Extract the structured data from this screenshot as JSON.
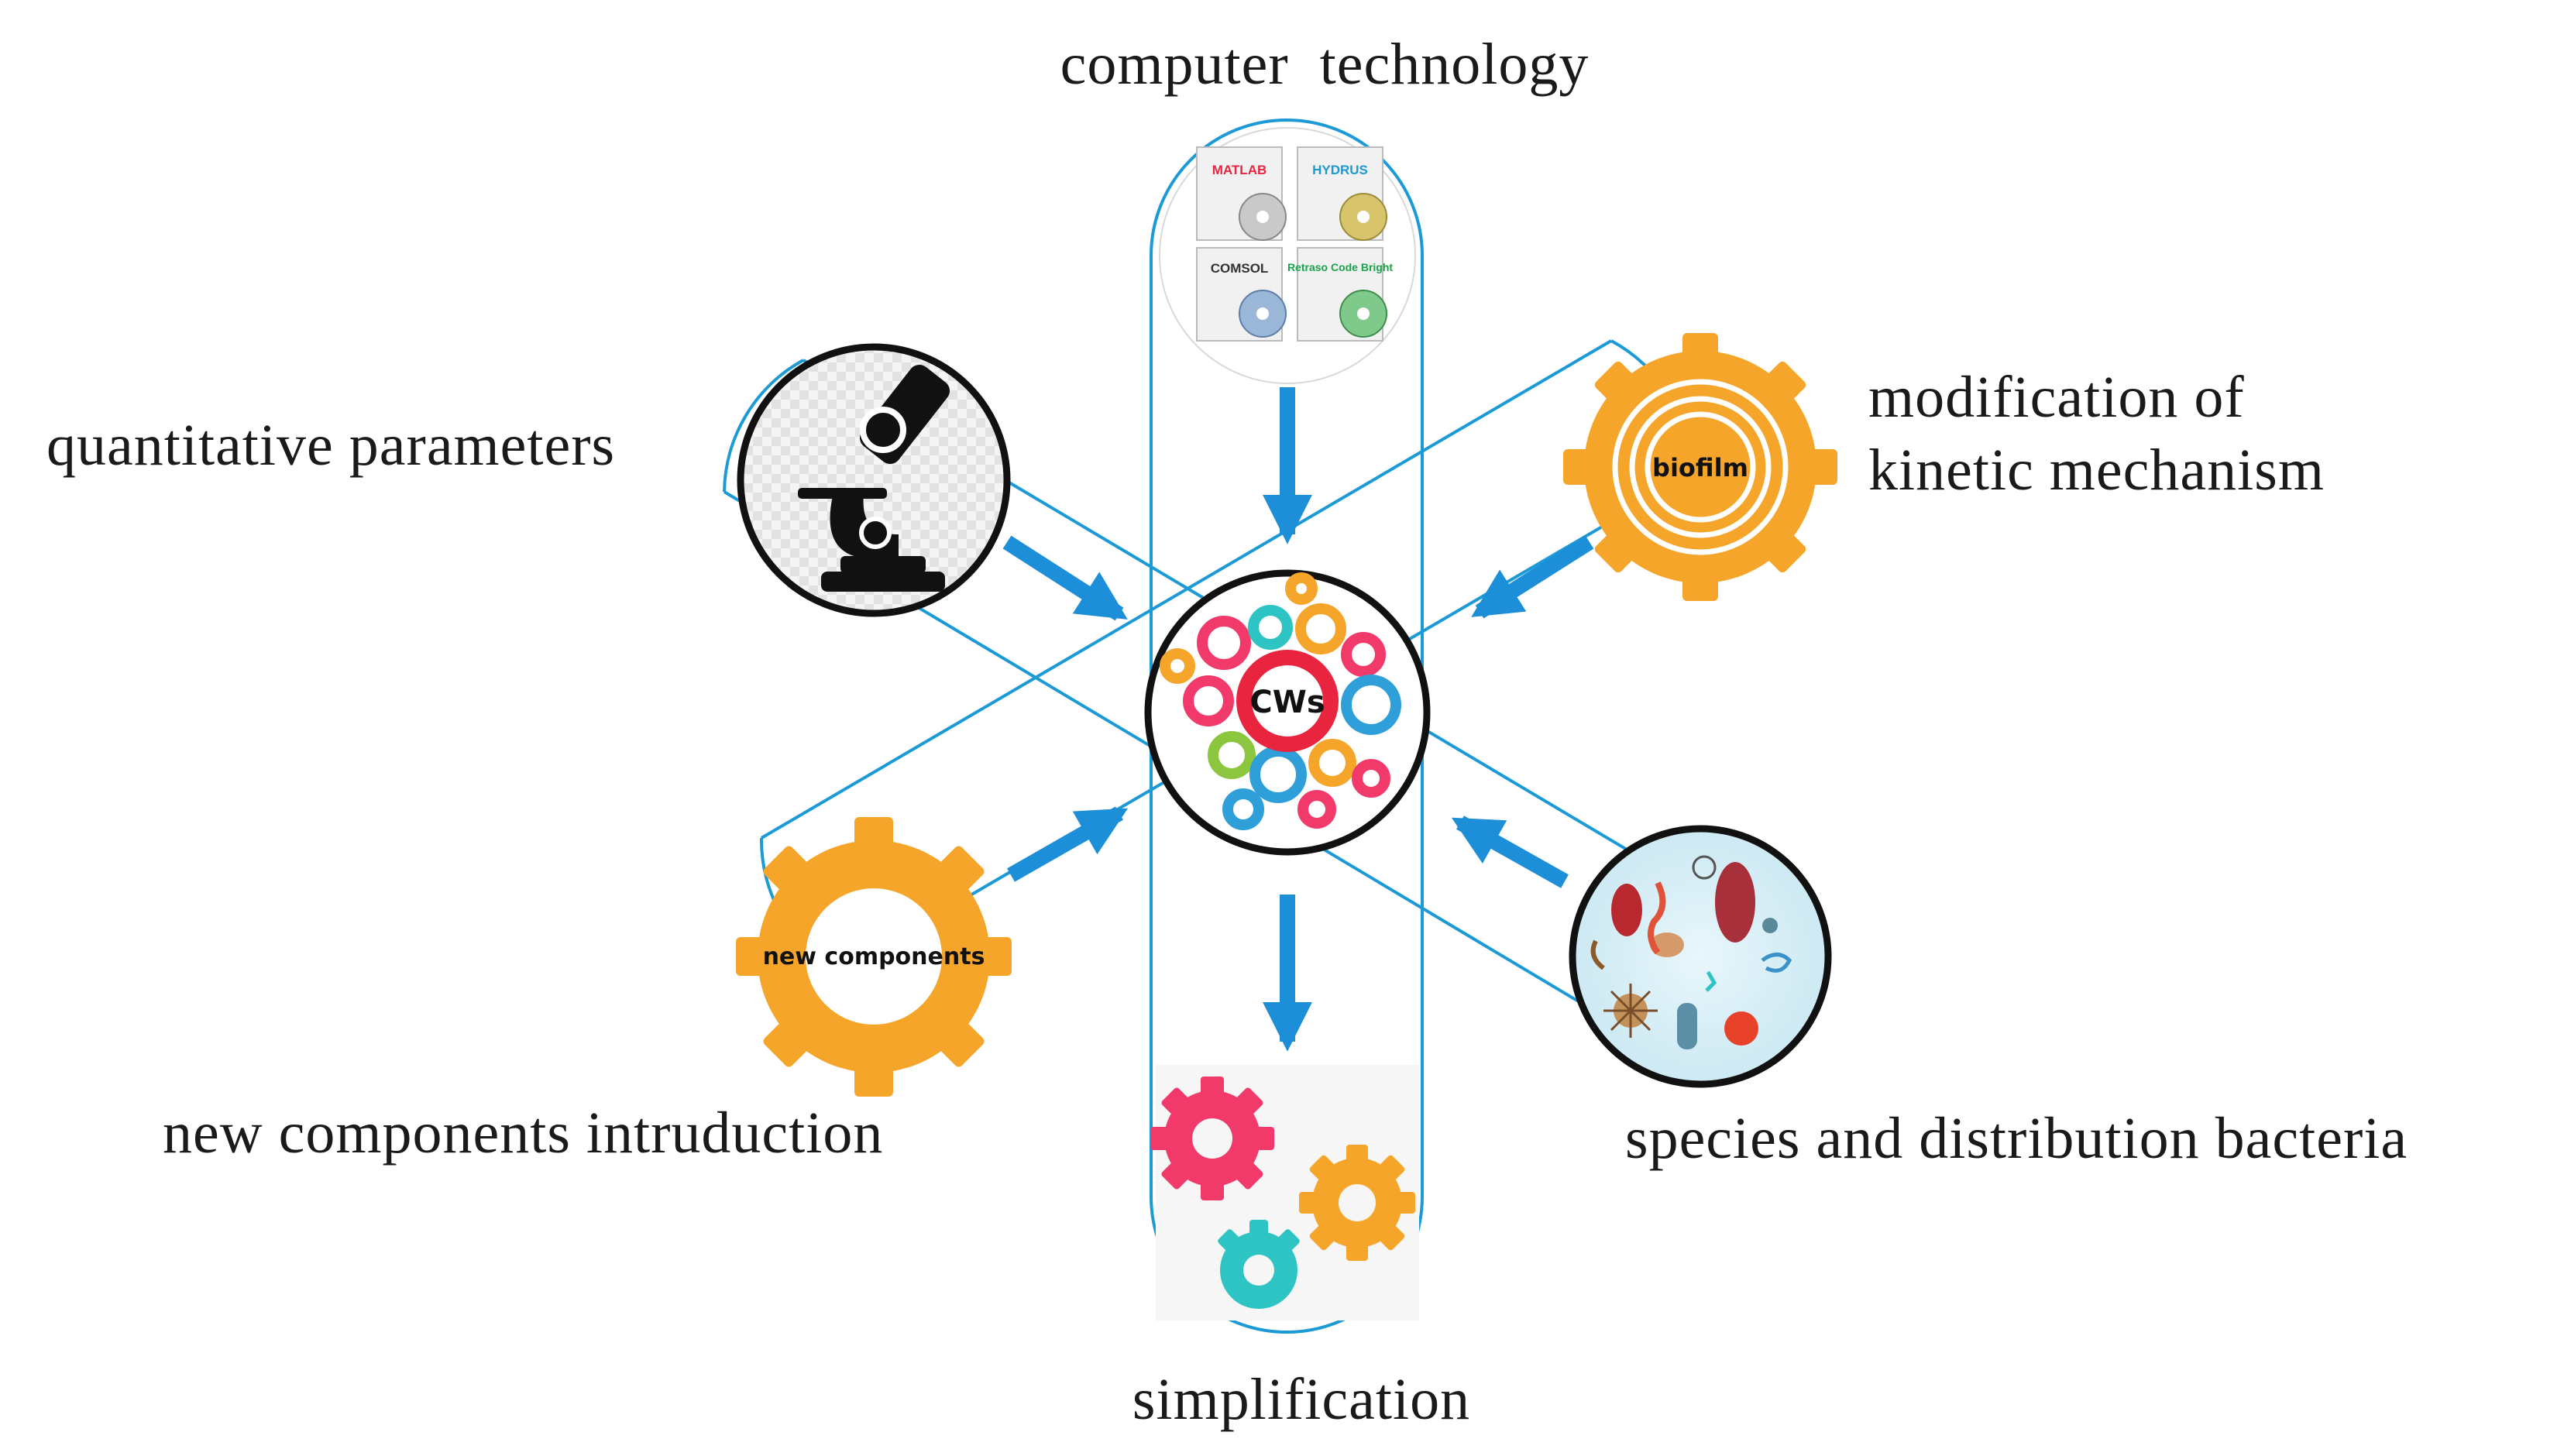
{
  "center": {
    "label": "CWs"
  },
  "labels": {
    "top": "computer  technology",
    "top_left": "quantitative parameters",
    "top_right_line1": "modification of",
    "top_right_line2": "kinetic mechanism",
    "bottom_left": "new components intruduction",
    "bottom_right": "species and distribution bacteria",
    "bottom": "simplification"
  },
  "software_boxes": [
    "MATLAB",
    "HYDRUS",
    "COMSOL",
    "Retraso Code Bright"
  ],
  "gear_tags": {
    "biofilm": "biofilm",
    "new_components": "new components"
  },
  "colors": {
    "outline": "#1b9ad6",
    "arrow": "#1d8fd8",
    "orange": "#f5a62a",
    "pink": "#f23a6a",
    "teal": "#2ec4c4",
    "black": "#111111"
  },
  "icons": [
    "software-boxes-icon",
    "microscope-icon",
    "biofilm-gear-icon",
    "new-components-gear-icon",
    "bacteria-icon",
    "colorful-gears-icon",
    "cws-gears-icon"
  ]
}
